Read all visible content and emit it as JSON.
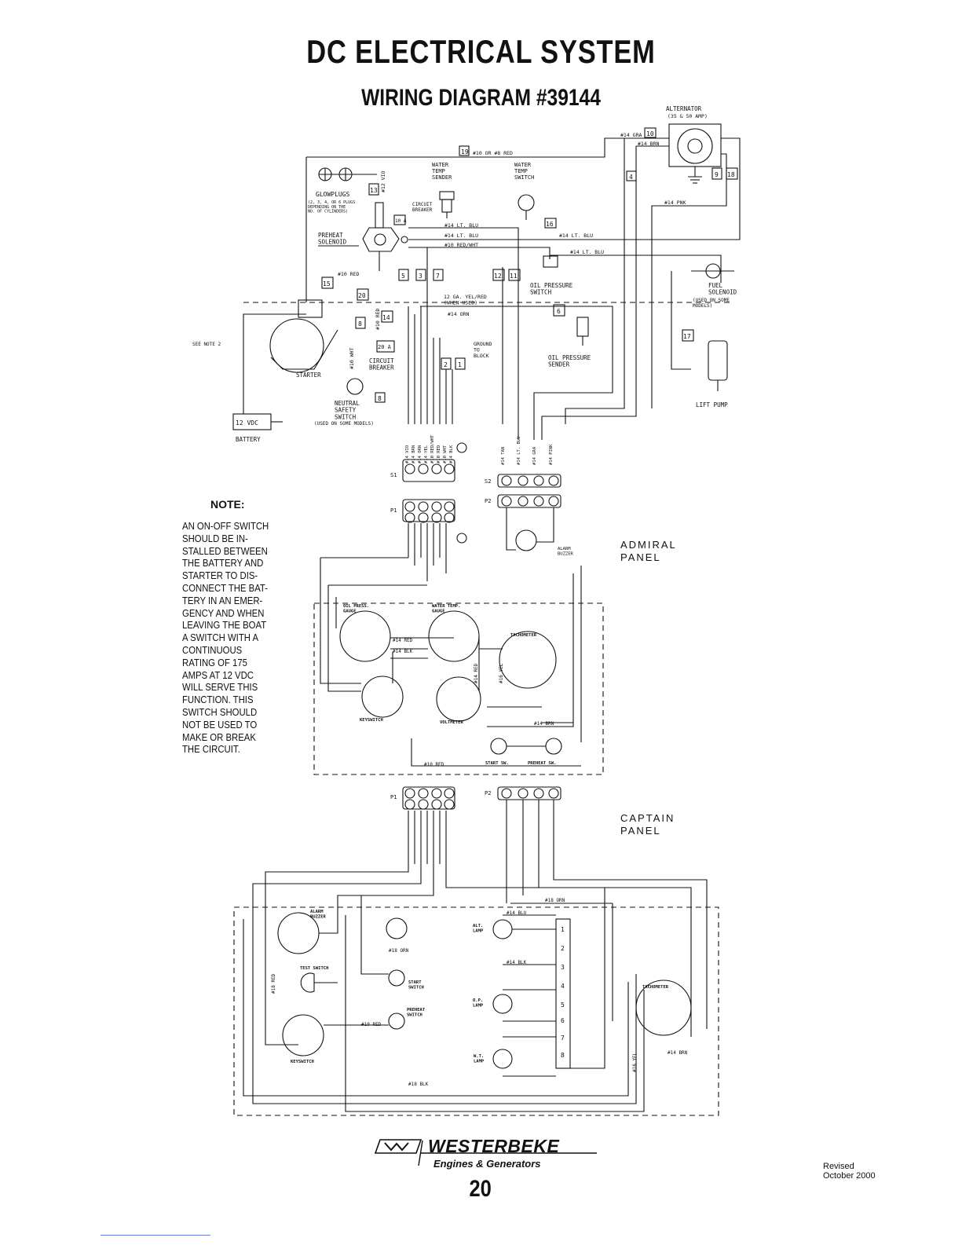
{
  "header": {
    "title": "DC ELECTRICAL SYSTEM",
    "subtitle": "WIRING DIAGRAM #39144"
  },
  "note": {
    "heading": "NOTE:",
    "text": "AN ON-OFF SWITCH\nSHOULD BE IN-\nSTALLED BETWEEN\nTHE BATTERY AND\nSTARTER TO DIS-\nCONNECT THE BAT-\nTERY IN AN EMER-\nGENCY AND WHEN\nLEAVING THE BOAT\nA SWITCH WITH A\nCONTINUOUS\nRATING OF 175\nAMPS AT 12 VDC\nWILL SERVE THIS\nFUNCTION. THIS\nSWITCH SHOULD\nNOT BE USED TO\nMAKE OR BREAK\nTHE CIRCUIT."
  },
  "panels": {
    "admiral": "ADMIRAL\nPANEL",
    "captain": "CAPTAIN\nPANEL"
  },
  "engine_components": {
    "alternator": "ALTERNATOR",
    "alternator_rating": "(35 & 50 AMP)",
    "glowplugs": "GLOWPLUGS",
    "glowplugs_note": "(2, 3, 4, OR 6 PLUGS\nDEPENDING ON THE\nNO. OF CYLINDERS)",
    "circuit_breaker_top": "CIRCUIT\nBREAKER",
    "breaker_10a": "10 A",
    "breaker_20a": "20 A",
    "preheat_solenoid": "PREHEAT\nSOLENOID",
    "water_temp_sender": "WATER\nTEMP\nSENDER",
    "water_temp_switch": "WATER\nTEMP\nSWITCH",
    "oil_pressure_switch": "OIL PRESSURE\nSWITCH",
    "oil_pressure_sender": "OIL PRESSURE\nSENDER",
    "fuel_solenoid": "FUEL\nSOLENOID",
    "fuel_solenoid_note": "(USED ON SOME\nMODELS)",
    "lift_pump": "LIFT PUMP",
    "starter": "STARTER",
    "circuit_breaker_lower": "CIRCUIT\nBREAKER",
    "neutral_switch": "NEUTRAL\nSAFETY\nSWITCH",
    "neutral_switch_note": "(USED ON SOME MODELS)",
    "battery": "12 VDC",
    "battery_label": "BATTERY",
    "see_note": "SEE NOTE 2",
    "ground": "GROUND\nTO\nBLOCK",
    "plug_s1": "S1",
    "plug_s2": "S2",
    "plug_p1": "P1",
    "plug_p2": "P2"
  },
  "engine_wires": {
    "w19": "#10 OR #8 RED",
    "w10": "#14 GRA",
    "w_brn": "#14 BRN",
    "w_pnk": "#14 PNK",
    "w_ltblu1": "#14 LT. BLU",
    "w_ltblu2": "#14 LT. BLU",
    "w_redwht": "#10 RED/WHT",
    "w_ltblu3": "#14 LT. BLU",
    "w_ltblu4": "#14 LT. BLU",
    "w_red15": "#10 RED",
    "w_yel": "12 GA. YEL/RED\n(WHEN USED)",
    "w_orn": "#14 ORN",
    "w_vio": "#12 VIO",
    "w_red_v": "#10 RED",
    "w_wht_v": "#10 WHT"
  },
  "wire_numbers": [
    "19",
    "10",
    "4",
    "9",
    "18",
    "13",
    "16",
    "5",
    "3",
    "7",
    "12",
    "11",
    "15",
    "20",
    "14",
    "8",
    "6",
    "17",
    "2",
    "1",
    "8"
  ],
  "harness_s1": [
    "#14 VIO",
    "#14 BRN",
    "#14 ORN",
    "#14 YEL",
    "#10 RED/WHT",
    "#10 RED",
    "#10 WHT",
    "#14 BLK"
  ],
  "harness_s2": [
    "#14 TAN",
    "#14 LT. BLU",
    "#14 GRA",
    "#14 PINK"
  ],
  "admiral_components": {
    "oil_gauge": "OIL PRESS.\nGAUGE",
    "water_gauge": "WATER TEMP.\nGAUGE",
    "tachometer": "TACHOMETER",
    "voltmeter": "VOLTMETER",
    "keyswitch": "KEYSWITCH",
    "start_sw": "START SW.",
    "preheat_sw": "PREHEAT SW.",
    "alarm_buzzer": "ALARM\nBUZZER",
    "w_red": "#14 RED",
    "w_blk": "#14 BLK",
    "w_red_v": "#14 RED",
    "w_yel": "#16 YEL",
    "w_brn": "#14 BRN",
    "w_red10": "#10 RED"
  },
  "captain_components": {
    "alarm_buzzer": "ALARM\nBUZZER",
    "test_switch": "TEST SWITCH",
    "alt_lamp": "ALT.\nLAMP",
    "op_lamp": "O.P.\nLAMP",
    "wt_lamp": "W.T.\nLAMP",
    "start_switch": "START\nSWITCH",
    "preheat_switch": "PREHEAT\nSWITCH",
    "keyswitch": "KEYSWITCH",
    "tachometer": "TACHOMETER",
    "w_orn_top": "#18 ORN",
    "w_orn": "#18 ORN",
    "w_blu": "#14 BLU",
    "w_blk": "#14 BLK",
    "w_red": "#18 RED",
    "w_red10": "#10 RED",
    "w_blk18": "#18 BLK",
    "w_brn": "#14 BRN",
    "w_yel": "#16 YEL",
    "terminals": [
      "1",
      "2",
      "3",
      "4",
      "5",
      "6",
      "7",
      "8"
    ]
  },
  "footer": {
    "brand": "WESTERBEKE",
    "tagline": "Engines & Generators",
    "page": "20",
    "revised": "Revised\nOctober 2000"
  }
}
